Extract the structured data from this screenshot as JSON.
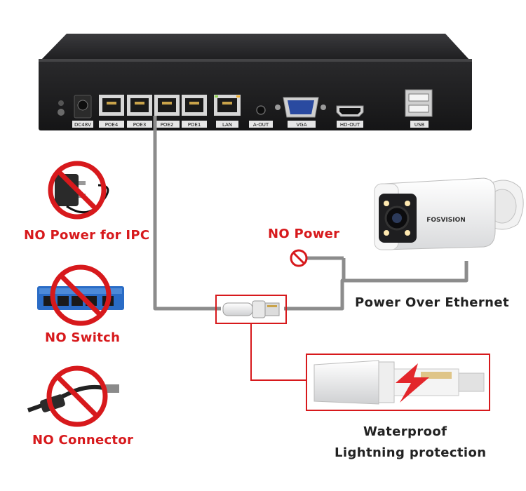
{
  "nvr": {
    "ports": {
      "dc": "DC48V",
      "poe4": "POE4",
      "poe3": "POE3",
      "poe2": "POE2",
      "poe1": "POE1",
      "lan": "LAN",
      "aout": "A-OUT",
      "vga": "VGA",
      "hdout": "HD-OUT",
      "usb": "USB"
    }
  },
  "camera": {
    "brand": "FOSVISION"
  },
  "labels": {
    "no_power_ipc": "NO Power for IPC",
    "no_switch": "NO Switch",
    "no_connector": "NO Connector",
    "no_power": "NO Power",
    "poe": "Power Over Ethernet",
    "waterproof": "Waterproof",
    "lightning": "Lightning protection"
  },
  "colors": {
    "accent_red": "#d7191c",
    "cable_gray": "#8c8c8c",
    "nvr_body": "#1c1c1e",
    "text_dark": "#222222"
  },
  "icons": [
    "power-adapter-icon",
    "network-switch-icon",
    "poe-splitter-icon",
    "no-sign-icon",
    "lightning-icon"
  ]
}
